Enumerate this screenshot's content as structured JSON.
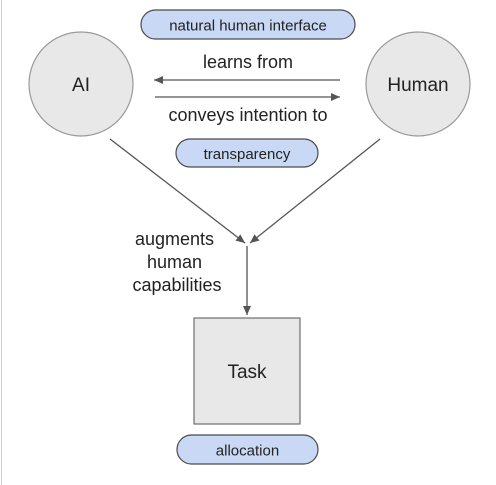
{
  "colors": {
    "node_fill": "#e8e8e8",
    "node_stroke": "#9a9a9a",
    "pill_fill": "#c9d8f5",
    "pill_stroke": "#4a4a4a",
    "arrow": "#555555",
    "text": "#222222"
  },
  "nodes": {
    "ai": "AI",
    "human": "Human",
    "task": "Task"
  },
  "pills": {
    "natural_interface": "natural human interface",
    "transparency": "transparency",
    "allocation": "allocation"
  },
  "edges": {
    "learns_from": "learns from",
    "conveys_intention": "conveys intention to",
    "augments": [
      "augments",
      "human",
      "capabilities"
    ]
  }
}
